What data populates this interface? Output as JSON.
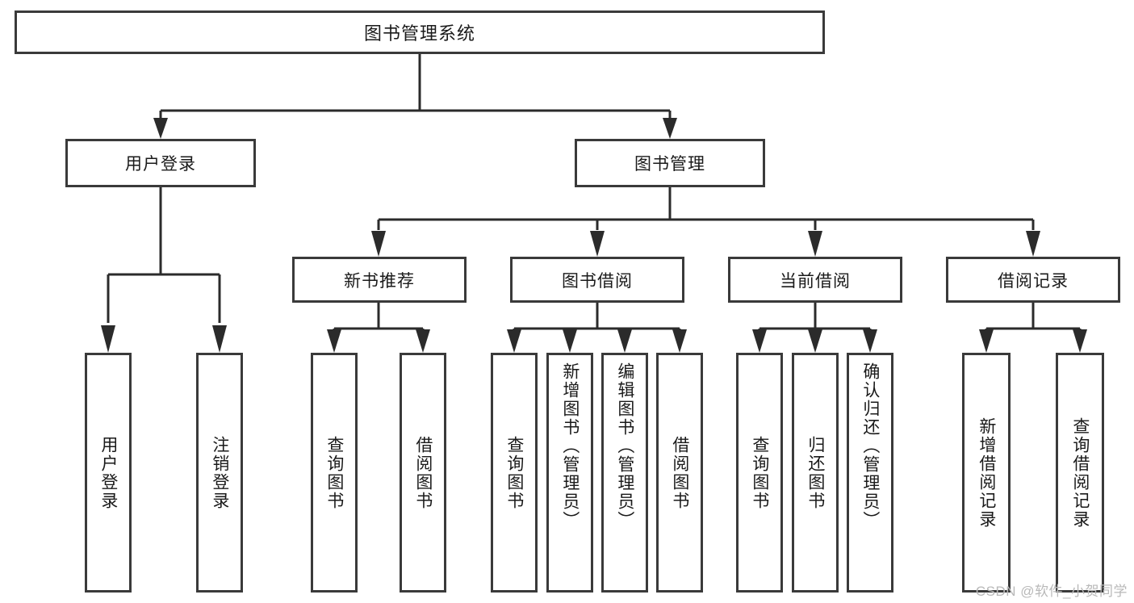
{
  "diagram": {
    "type": "tree",
    "title": "图书管理系统",
    "root": {
      "label": "图书管理系统"
    },
    "level1": [
      {
        "label": "用户登录"
      },
      {
        "label": "图书管理"
      }
    ],
    "level2": [
      {
        "label": "新书推荐",
        "parent": "图书管理"
      },
      {
        "label": "图书借阅",
        "parent": "图书管理"
      },
      {
        "label": "当前借阅",
        "parent": "图书管理"
      },
      {
        "label": "借阅记录",
        "parent": "图书管理"
      }
    ],
    "leaves": {
      "user_login": [
        {
          "label": "用户登录"
        },
        {
          "label": "注销登录"
        }
      ],
      "new_books": [
        {
          "label": "查询图书"
        },
        {
          "label": "借阅图书"
        }
      ],
      "borrow": [
        {
          "label": "查询图书"
        },
        {
          "label": "新增图书（管理员）"
        },
        {
          "label": "编辑图书（管理员）"
        },
        {
          "label": "借阅图书"
        }
      ],
      "current": [
        {
          "label": "查询图书"
        },
        {
          "label": "归还图书"
        },
        {
          "label": "确认归还（管理员）"
        }
      ],
      "records": [
        {
          "label": "新增借阅记录"
        },
        {
          "label": "查询借阅记录"
        }
      ]
    }
  },
  "watermark": {
    "text": "CSDN @软件_小贺同学"
  },
  "colors": {
    "stroke": "#3a3a3a",
    "connector": "#2b2b2b",
    "background": "#ffffff",
    "text": "#1a1a1a",
    "watermark": "#b9b9b9"
  }
}
